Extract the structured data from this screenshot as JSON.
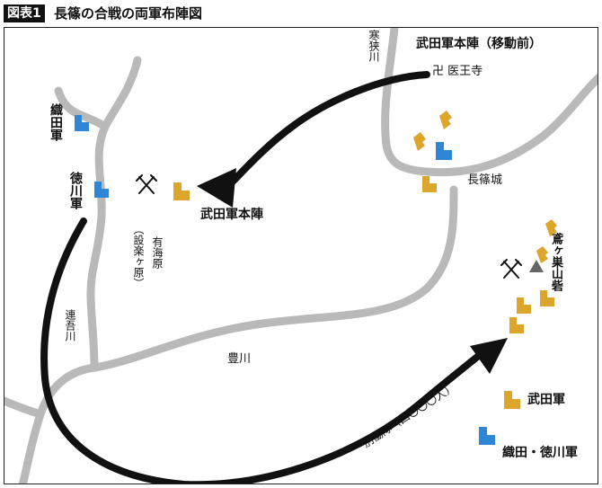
{
  "figure": {
    "label": "図表1",
    "title": "長篠の合戦の両軍布陣図"
  },
  "places": {
    "takeda_hq_before": "武田軍本陣（移動前）",
    "iouji": "卍 医王寺",
    "nagashino_castle": "長篠城",
    "takeda_hq": "武田軍本陣",
    "aruminbara": "有海原",
    "shitaragahara": "（設楽ヶ原）",
    "tobigasu": "鳶ヶ巣山砦",
    "oda": "織田軍",
    "tokugawa": "徳川軍"
  },
  "rivers": {
    "kansa": "寒狭川",
    "rengo": "連吾川",
    "toyo": "豊川"
  },
  "detachment": "別働隊（四〇〇〇人）",
  "legend": {
    "takeda": "武田軍",
    "oda_tokugawa": "織田・徳川軍"
  },
  "colors": {
    "takeda": "#dca52c",
    "oda_tokugawa": "#2f86d6",
    "river": "#b9b9b9",
    "arrow": "#111111"
  },
  "icons": {
    "temple": "manji-icon",
    "battle": "crossed-swords-icon",
    "fort": "triangle-icon"
  }
}
